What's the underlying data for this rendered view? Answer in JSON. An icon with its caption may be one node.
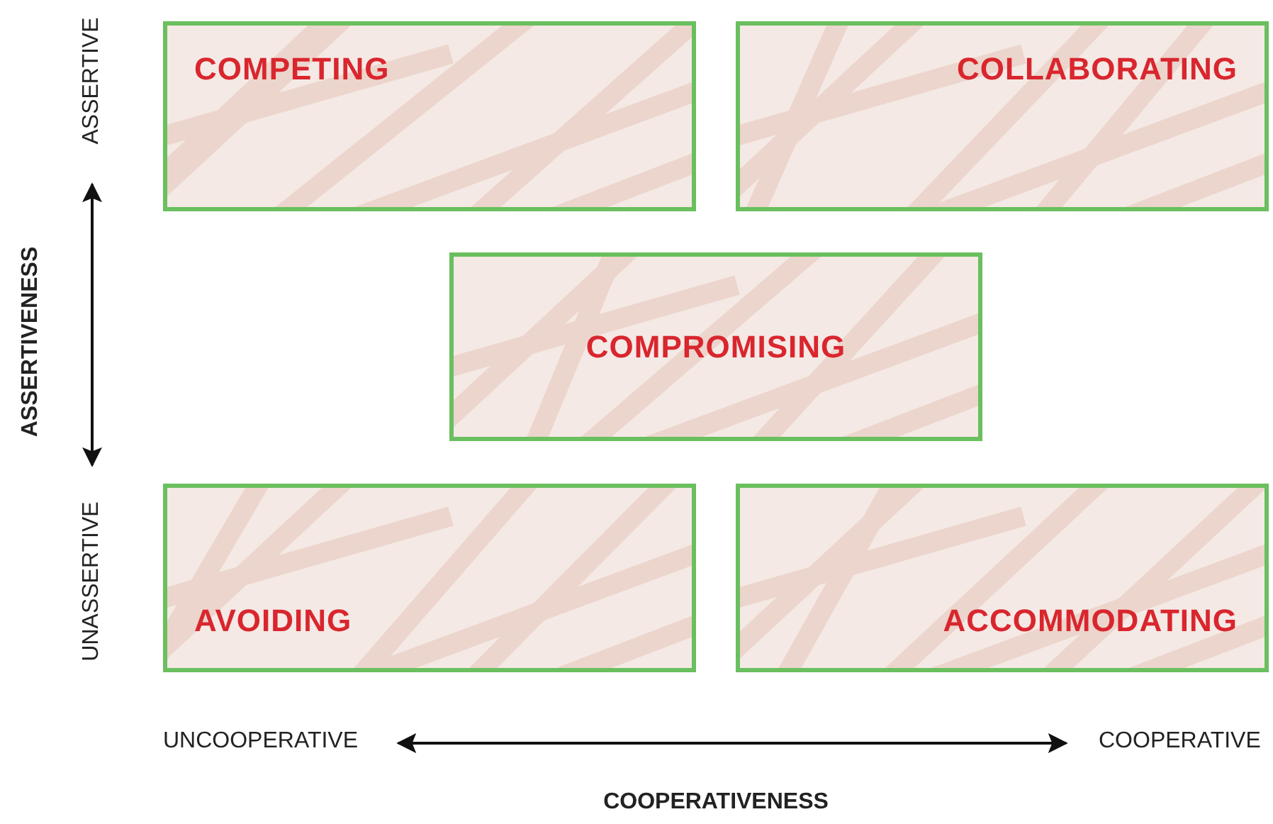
{
  "diagram": {
    "nodes": [
      {
        "text": [
          "COMPETING"
        ]
      },
      {
        "text": [
          "COLLABORATING"
        ]
      },
      {
        "text": [
          "COMPROMISING"
        ]
      },
      {
        "text": [
          "AVOIDING"
        ]
      },
      {
        "text": [
          "ACCOMMODATING"
        ]
      }
    ],
    "labels": [
      "ASSERTIVE",
      "ASSERTIVENESS",
      "UNASSERTIVE",
      "UNCOOPERATIVE",
      "COOPERATIVE",
      "COOPERATIVENESS"
    ]
  }
}
